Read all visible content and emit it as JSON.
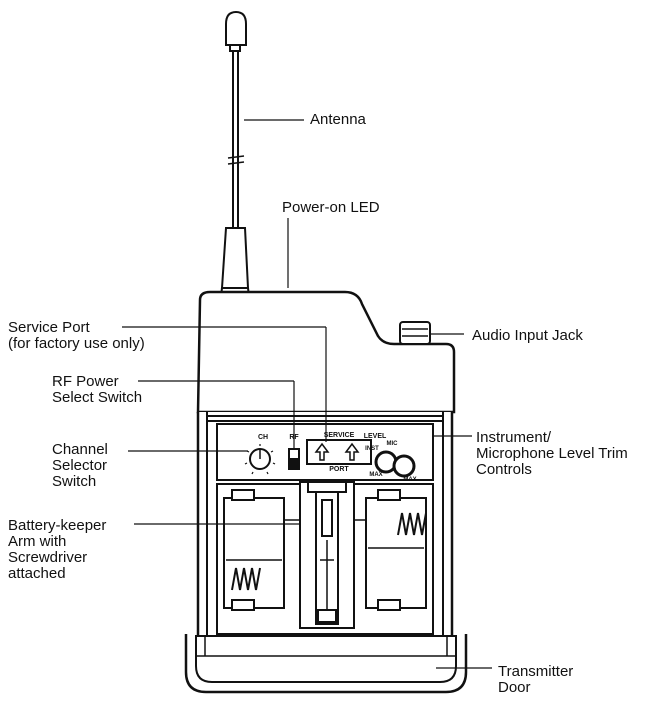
{
  "labels": {
    "antenna": "Antenna",
    "power_led": "Power-on LED",
    "service_port": "Service Port\n(for factory use only)",
    "audio_jack": "Audio Input Jack",
    "rf_switch": "RF Power\nSelect Switch",
    "channel_switch": "Channel\nSelector\nSwitch",
    "level_controls": "Instrument/\nMicrophone Level Trim\nControls",
    "battery_arm": "Battery-keeper\nArm with\nScrewdriver\nattached",
    "door": "Transmitter\nDoor"
  },
  "panel": {
    "ch": "CH",
    "rf": "RF",
    "service": "SERVICE",
    "port": "PORT",
    "level": "LEVEL",
    "inst": "INST",
    "mic": "MIC",
    "max1": "MAX",
    "max2": "MAX"
  }
}
